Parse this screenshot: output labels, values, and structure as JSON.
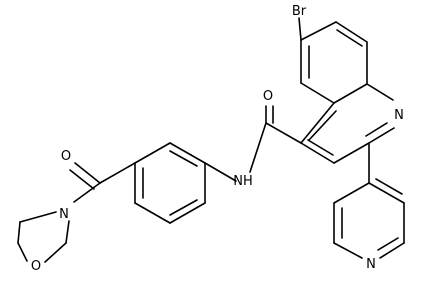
{
  "molecule": {
    "atoms": {
      "br": "Br",
      "o_carbonyl_amide": "O",
      "nh": "NH",
      "n_quinoline": "N",
      "o_carbonyl_morpholine": "O",
      "n_morpholine": "N",
      "o_morpholine": "O",
      "n_pyridine": "N"
    }
  }
}
